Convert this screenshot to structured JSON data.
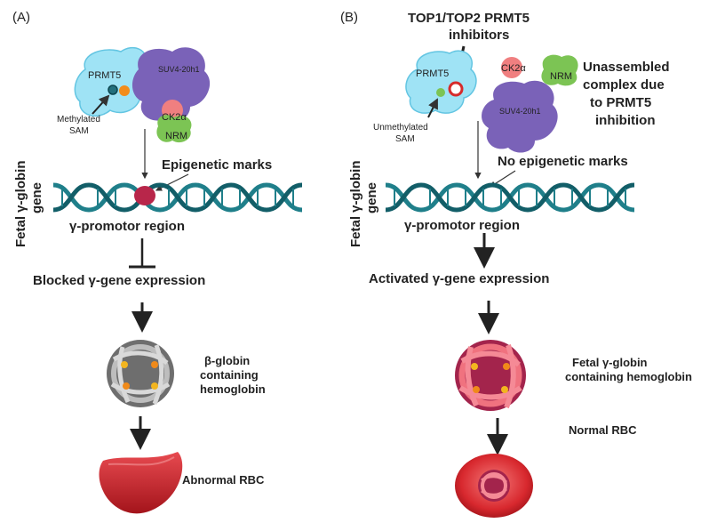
{
  "panel_a": {
    "label": "(A)",
    "prmt5": "PRMT5",
    "suv": "SUV4-20h1",
    "ck2": "CK2α",
    "nrm": "NRM",
    "methylated_sam_1": "Methylated",
    "methylated_sam_2": "SAM",
    "gene_label_1": "Fetal γ-globin",
    "gene_label_2": "gene",
    "epigenetic": "Epigenetic marks",
    "promoter": "γ-promotor region",
    "blocked": "Blocked γ-gene expression",
    "globin_1": "β-globin",
    "globin_2": "containing",
    "globin_3": "hemoglobin",
    "rbc": "Abnormal RBC"
  },
  "panel_b": {
    "label": "(B)",
    "inhib_1": "TOP1/TOP2 PRMT5",
    "inhib_2": "inhibitors",
    "prmt5": "PRMT5",
    "ck2": "CK2α",
    "nrm": "NRM",
    "suv": "SUV4-20h1",
    "unassembled_1": "Unassembled",
    "unassembled_2": "complex due",
    "unassembled_3": "to PRMT5",
    "unassembled_4": "inhibition",
    "unmethylated_sam_1": "Unmethylated",
    "unmethylated_sam_2": "SAM",
    "no_marks": "No epigenetic marks",
    "gene_label_1": "Fetal γ-globin",
    "gene_label_2": "gene",
    "promoter": "γ-promotor region",
    "activated": "Activated γ-gene expression",
    "globin_1": "Fetal γ-globin",
    "globin_2": "containing hemoglobin",
    "rbc": "Normal RBC"
  }
}
